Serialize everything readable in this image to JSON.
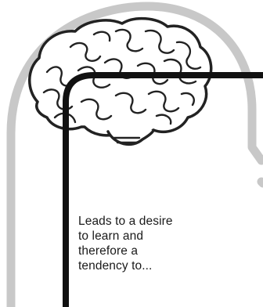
{
  "caption": {
    "lines": [
      "Leads to a desire",
      "to learn and",
      "therefore a",
      "tendency to..."
    ]
  },
  "colors": {
    "head_outline": "#c8c8c8",
    "frame_line": "#111111",
    "brain_stroke": "#222222",
    "brain_fill": "#ffffff",
    "text": "#1a1a1a"
  },
  "icons": {
    "brain": "brain-icon"
  }
}
